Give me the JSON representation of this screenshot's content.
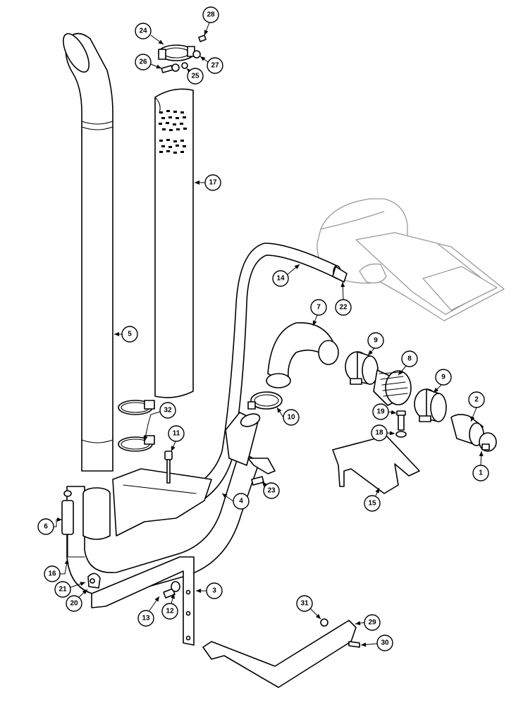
{
  "callouts": [
    {
      "id": "c1",
      "label": "1"
    },
    {
      "id": "c2",
      "label": "2"
    },
    {
      "id": "c3",
      "label": "3"
    },
    {
      "id": "c4",
      "label": "4"
    },
    {
      "id": "c5",
      "label": "5"
    },
    {
      "id": "c6",
      "label": "6"
    },
    {
      "id": "c7",
      "label": "7"
    },
    {
      "id": "c8",
      "label": "8"
    },
    {
      "id": "c9a",
      "label": "9"
    },
    {
      "id": "c9b",
      "label": "9"
    },
    {
      "id": "c10",
      "label": "10"
    },
    {
      "id": "c11",
      "label": "11"
    },
    {
      "id": "c12",
      "label": "12"
    },
    {
      "id": "c13",
      "label": "13"
    },
    {
      "id": "c14",
      "label": "14"
    },
    {
      "id": "c15",
      "label": "15"
    },
    {
      "id": "c16",
      "label": "16"
    },
    {
      "id": "c17",
      "label": "17"
    },
    {
      "id": "c18",
      "label": "18"
    },
    {
      "id": "c19",
      "label": "19"
    },
    {
      "id": "c20",
      "label": "20"
    },
    {
      "id": "c21",
      "label": "21"
    },
    {
      "id": "c22",
      "label": "22"
    },
    {
      "id": "c23",
      "label": "23"
    },
    {
      "id": "c24",
      "label": "24"
    },
    {
      "id": "c25",
      "label": "25"
    },
    {
      "id": "c26",
      "label": "26"
    },
    {
      "id": "c27",
      "label": "27"
    },
    {
      "id": "c28",
      "label": "28"
    },
    {
      "id": "c29",
      "label": "29"
    },
    {
      "id": "c30",
      "label": "30"
    },
    {
      "id": "c31",
      "label": "31"
    },
    {
      "id": "c32",
      "label": "32"
    }
  ]
}
